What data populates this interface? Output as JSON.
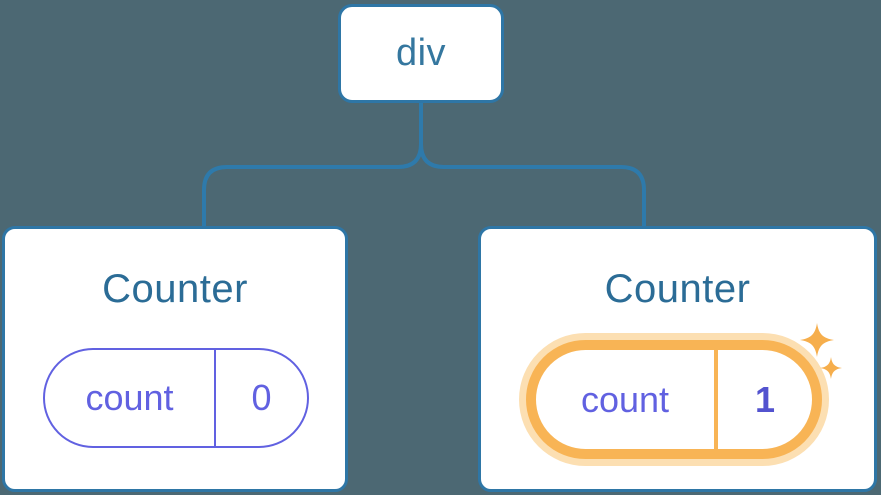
{
  "diagram": {
    "description": "React component tree diagram: a div root element with two Counter children, each holding a count state pill; the second Counter's state is highlighted with sparkles",
    "root": {
      "label": "div"
    },
    "children": [
      {
        "title": "Counter",
        "state": {
          "name": "count",
          "value": "0"
        },
        "highlighted": false
      },
      {
        "title": "Counter",
        "state": {
          "name": "count",
          "value": "1"
        },
        "highlighted": true
      }
    ],
    "icons": {
      "sparkle_large": "four-point-star",
      "sparkle_small": "four-point-star"
    },
    "colors": {
      "background": "#4c6873",
      "connector_line": "#2e7aab",
      "node_border": "#2e76a6",
      "node_fill": "#ffffff",
      "root_label_text": "#35779f",
      "counter_title_text": "#2b6c96",
      "state_purple": "#6161e1",
      "state_value_bold_purple": "#5353cf",
      "highlight_orange": "#f8b455",
      "highlight_glow": "#fcdfb2",
      "sparkle_orange": "#f6ae4c"
    }
  }
}
